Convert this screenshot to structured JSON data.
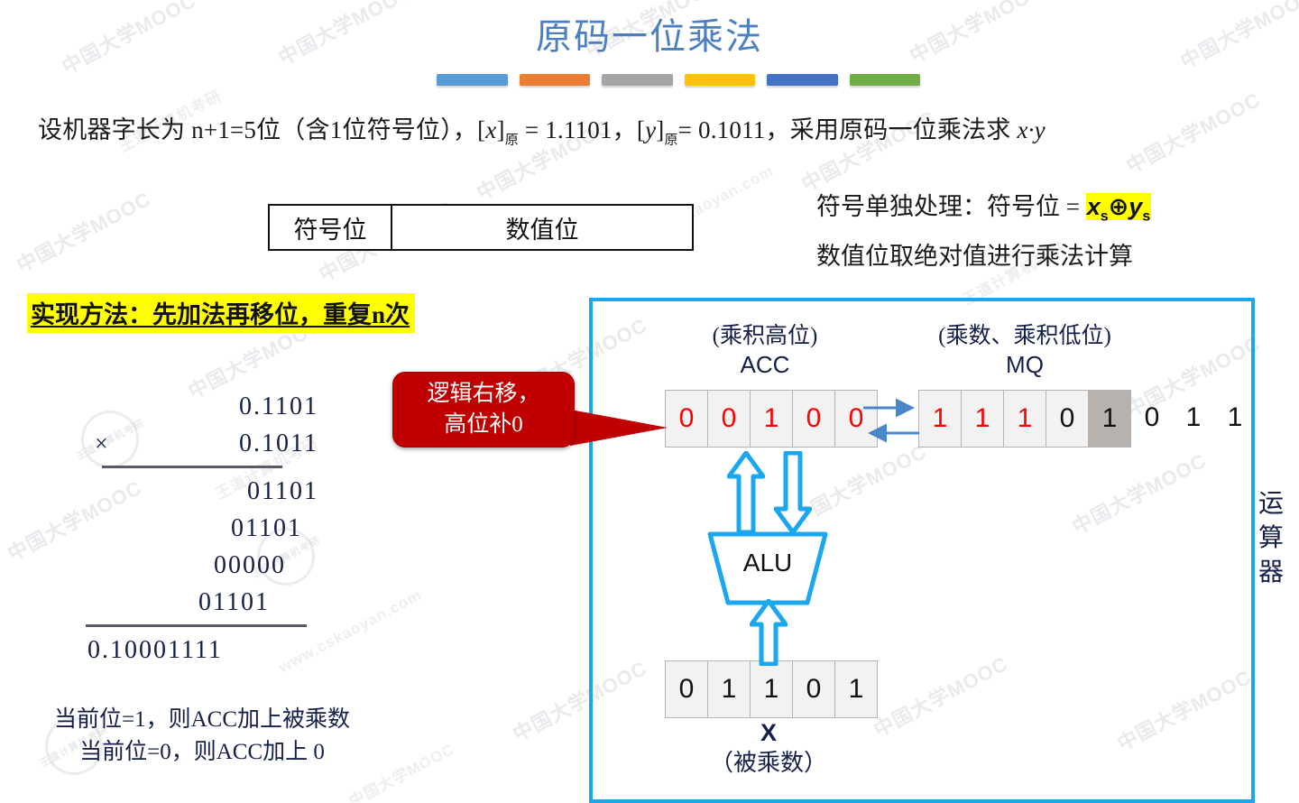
{
  "slide": {
    "title": "原码一位乘法",
    "title_color": "#4a7fc1",
    "accent_bars": [
      "#5b9bd5",
      "#ed7d31",
      "#a5a5a5",
      "#ffc000",
      "#4472c4",
      "#70ad47"
    ],
    "problem": {
      "part1": "设机器字长为 n+1=5位（含1位符号位），[",
      "var_x": "x",
      "part2": "]",
      "sub_x": "原",
      "part3": " = 1.1101，[",
      "var_y": "y",
      "part4": "]",
      "sub_y": "原",
      "part5": "= 0.1011，采用原码一位乘法求 ",
      "expr": "x·y"
    }
  },
  "bitfield": {
    "sign_label": "符号位",
    "value_label": "数值位"
  },
  "notes": {
    "sign_prefix": "符号单独处理：符号位 = ",
    "sign_formula_x": "x",
    "sign_formula_xs": "s",
    "sign_formula_op": "⊕",
    "sign_formula_y": "y",
    "sign_formula_ys": "s",
    "highlight_color": "#ffff00",
    "abs_value": "数值位取绝对值进行乘法计算",
    "method": "实现方法：先加法再移位，重复n次"
  },
  "long_multiplication": {
    "multiplicand": "0.1101",
    "operator": "×",
    "multiplier": "0.1011",
    "partials": [
      "01101",
      "01101",
      "00000",
      "01101"
    ],
    "product": "0.10001111"
  },
  "rules": {
    "line1": "当前位=1，则ACC加上被乘数",
    "line2": "当前位=0，则ACC加上 0"
  },
  "datapath": {
    "border_color": "#1aa7f0",
    "unit_label": "运算器",
    "acc": {
      "paren": "(乘积高位)",
      "name": "ACC",
      "bits": [
        {
          "v": "0",
          "style": "red"
        },
        {
          "v": "0",
          "style": "red"
        },
        {
          "v": "1",
          "style": "red"
        },
        {
          "v": "0",
          "style": "red"
        },
        {
          "v": "0",
          "style": "red"
        }
      ]
    },
    "mq": {
      "paren": "(乘数、乘积低位)",
      "name": "MQ",
      "bits": [
        {
          "v": "1",
          "style": "red"
        },
        {
          "v": "1",
          "style": "red"
        },
        {
          "v": "1",
          "style": "red"
        },
        {
          "v": "0",
          "style": "plain"
        },
        {
          "v": "1",
          "style": "shade"
        }
      ],
      "overflow_bits": [
        "0",
        "1",
        "1"
      ]
    },
    "alu": {
      "name": "ALU"
    },
    "x": {
      "name": "X",
      "paren": "（被乘数）",
      "bits": [
        "0",
        "1",
        "1",
        "0",
        "1"
      ]
    }
  },
  "callout": {
    "line1": "逻辑右移，",
    "line2": "高位补0",
    "bg_color": "#c00000"
  },
  "watermark": {
    "text_cn": "中国大学MOOC",
    "text_brand": "王道计算机考研",
    "text_url": "www.cskaoyan.com"
  }
}
